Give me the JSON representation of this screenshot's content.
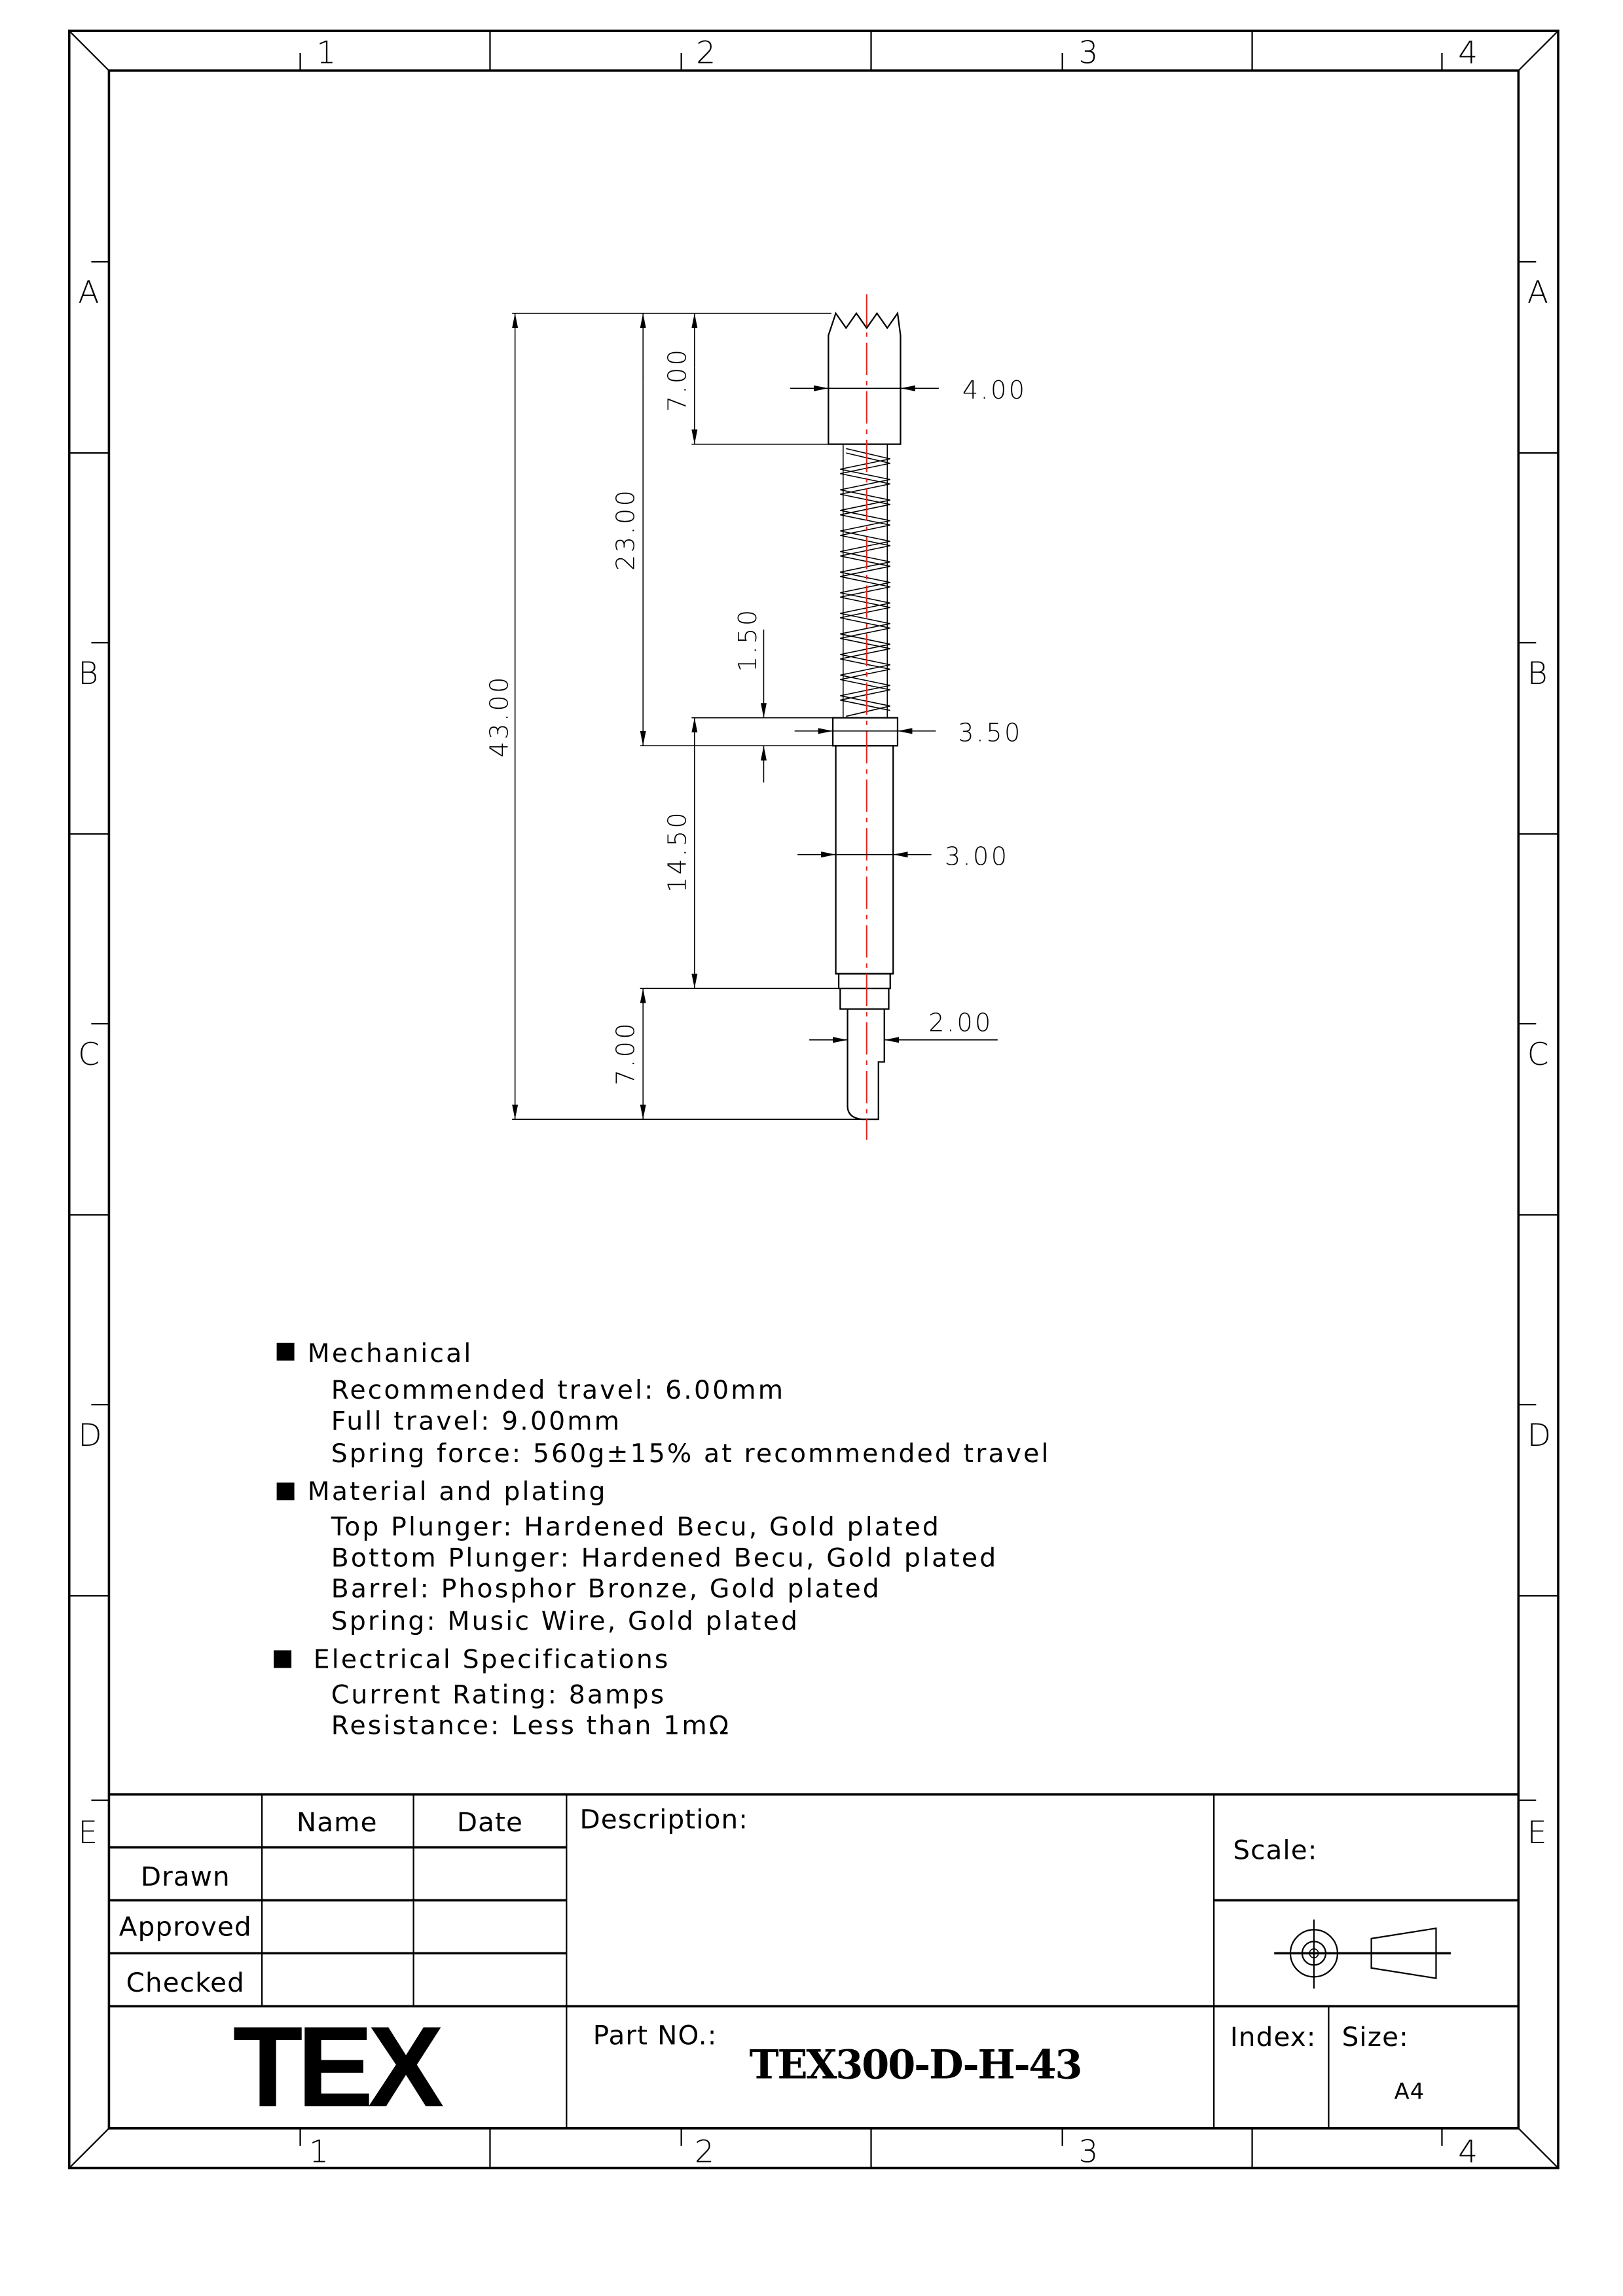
{
  "zones": {
    "columns": [
      "1",
      "2",
      "3",
      "4"
    ],
    "rows": [
      "A",
      "B",
      "C",
      "D",
      "E"
    ]
  },
  "dimensions": {
    "overall_length": "43.00",
    "upper_length": "23.00",
    "top_plunger_length": "7.00",
    "top_plunger_diameter": "4.00",
    "collar_thickness": "1.50",
    "collar_diameter": "3.50",
    "barrel_length": "14.50",
    "barrel_diameter": "3.00",
    "bottom_plunger_length": "7.00",
    "bottom_plunger_diameter": "2.00"
  },
  "colors": {
    "centerline": "#e0251b",
    "line": "#000000"
  },
  "notes": [
    {
      "heading": "Mechanical",
      "items": [
        "Recommended travel: 6.00mm",
        "Full travel: 9.00mm",
        "Spring force: 560g±15% at recommended travel"
      ]
    },
    {
      "heading": "Material and plating",
      "items": [
        "Top Plunger: Hardened Becu, Gold plated",
        "Bottom Plunger: Hardened Becu, Gold plated",
        "Barrel: Phosphor Bronze, Gold plated",
        "Spring: Music Wire, Gold plated"
      ]
    },
    {
      "heading": "Electrical Specifications",
      "items": [
        "Current Rating: 8amps",
        "Resistance: Less than 1mΩ"
      ]
    }
  ],
  "title_block": {
    "name_header": "Name",
    "date_header": "Date",
    "rows": [
      "Drawn",
      "Approved",
      "Checked"
    ],
    "description_label": "Description:",
    "scale_label": "Scale:",
    "logo": "TEX",
    "part_no_label": "Part NO.:",
    "part_no": "TEX300-D-H-43",
    "index_label": "Index:",
    "size_label": "Size:",
    "size": "A4"
  }
}
